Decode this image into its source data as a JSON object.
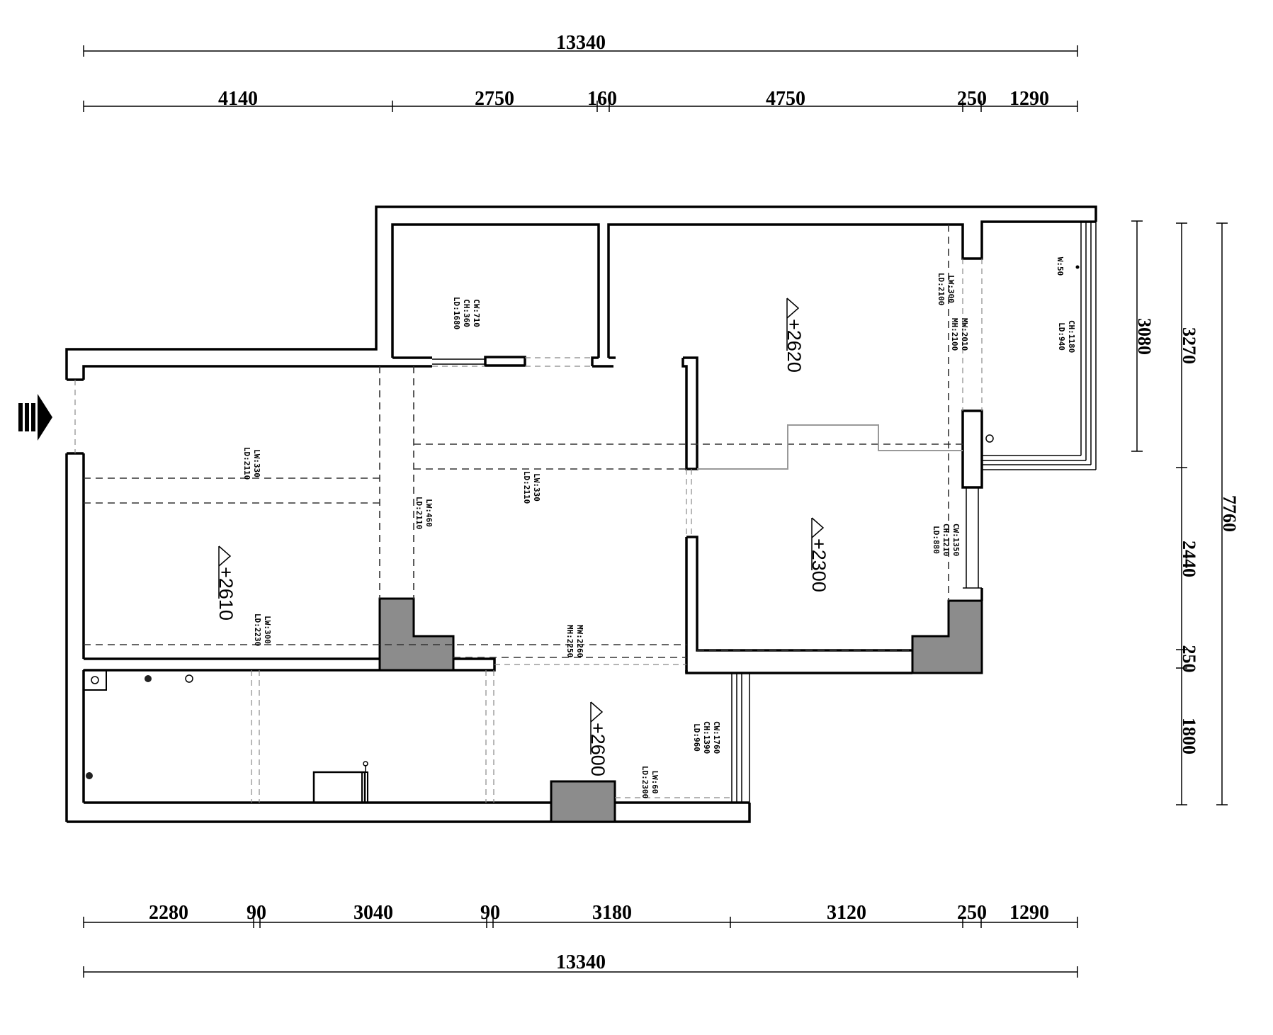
{
  "dimensions": {
    "top_total": "13340",
    "top": [
      "4140",
      "2750",
      "160",
      "4750",
      "250",
      "1290"
    ],
    "bottom": [
      "2280",
      "90",
      "3040",
      "90",
      "3180",
      "3120",
      "250",
      "1290"
    ],
    "bottom_total": "13340",
    "right_inner": "3080",
    "right_mid": [
      "3270",
      "2440",
      "250",
      "1800"
    ],
    "right_total": "7760"
  },
  "elevations": {
    "bedroom_ne": "+2620",
    "living": "+2610",
    "bedroom_e": "+2300",
    "south": "+2600"
  },
  "notes": {
    "window_north": [
      "CW:710",
      "CH:360",
      "LD:1680"
    ],
    "balcony_window": [
      "CH:1180",
      "LD:940"
    ],
    "balcony_small": "W:50",
    "beam_ne_a": [
      "LW:300",
      "LD:2100"
    ],
    "beam_ne_b": [
      "MW:2010",
      "MH:2100"
    ],
    "beam_living": [
      "LW:330",
      "LD:2110"
    ],
    "beam_center": [
      "LW:330",
      "LD:2110"
    ],
    "beam_col": [
      "LW:460",
      "LD:2110"
    ],
    "window_east": [
      "CW:1350",
      "CH:1210",
      "LD:880"
    ],
    "beam_living_low": [
      "LW:300",
      "LD:2230"
    ],
    "beam_corridor": [
      "MW:2260",
      "MH:2250"
    ],
    "window_south": [
      "CW:1760",
      "CH:1390",
      "LD:960"
    ],
    "beam_south": [
      "LW:60",
      "LD:2300"
    ]
  }
}
